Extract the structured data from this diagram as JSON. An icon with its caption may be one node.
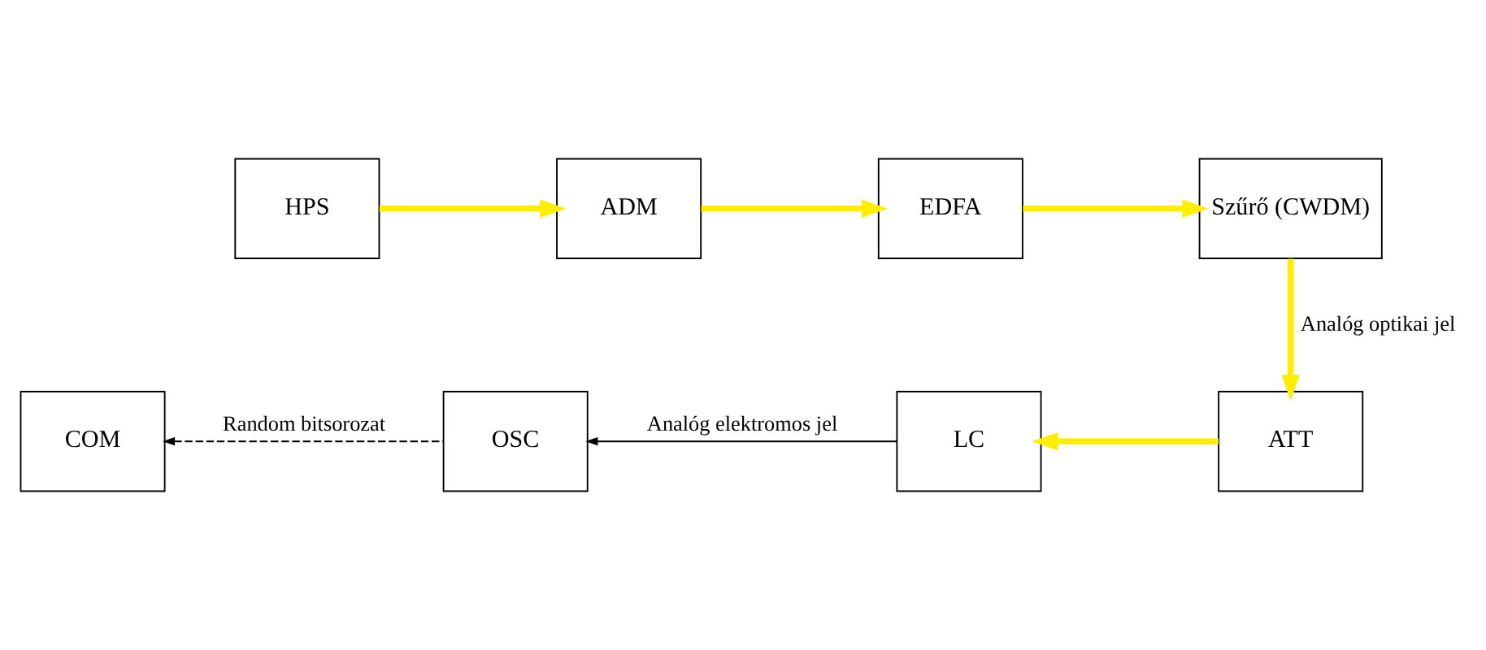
{
  "diagram": {
    "nodes": [
      {
        "text": [
          "HPS"
        ]
      },
      {
        "text": [
          "ADM"
        ]
      },
      {
        "text": [
          "EDFA"
        ]
      },
      {
        "text": [
          "Szűrő (CWDM)"
        ]
      },
      {
        "text": [
          "ATT"
        ]
      },
      {
        "text": [
          "LC"
        ]
      },
      {
        "text": [
          "OSC"
        ]
      },
      {
        "text": [
          "COM"
        ]
      }
    ],
    "edges": [
      {
        "from": 0,
        "to": 1,
        "arrow": "to"
      },
      {
        "from": 1,
        "to": 2,
        "arrow": "to"
      },
      {
        "from": 2,
        "to": 3,
        "arrow": "to"
      },
      {
        "from": 3,
        "to": 4,
        "arrow": "to",
        "label": "Analóg optikai jel"
      },
      {
        "from": 4,
        "to": 5,
        "arrow": "to"
      },
      {
        "from": 5,
        "to": 6,
        "arrow": "to",
        "color": "#000000",
        "label": "Analóg elektromos jel"
      },
      {
        "from": 6,
        "to": 7,
        "arrow": "to",
        "style": "dashed",
        "color": "#000000",
        "label": "Random bitsorozat"
      }
    ]
  }
}
